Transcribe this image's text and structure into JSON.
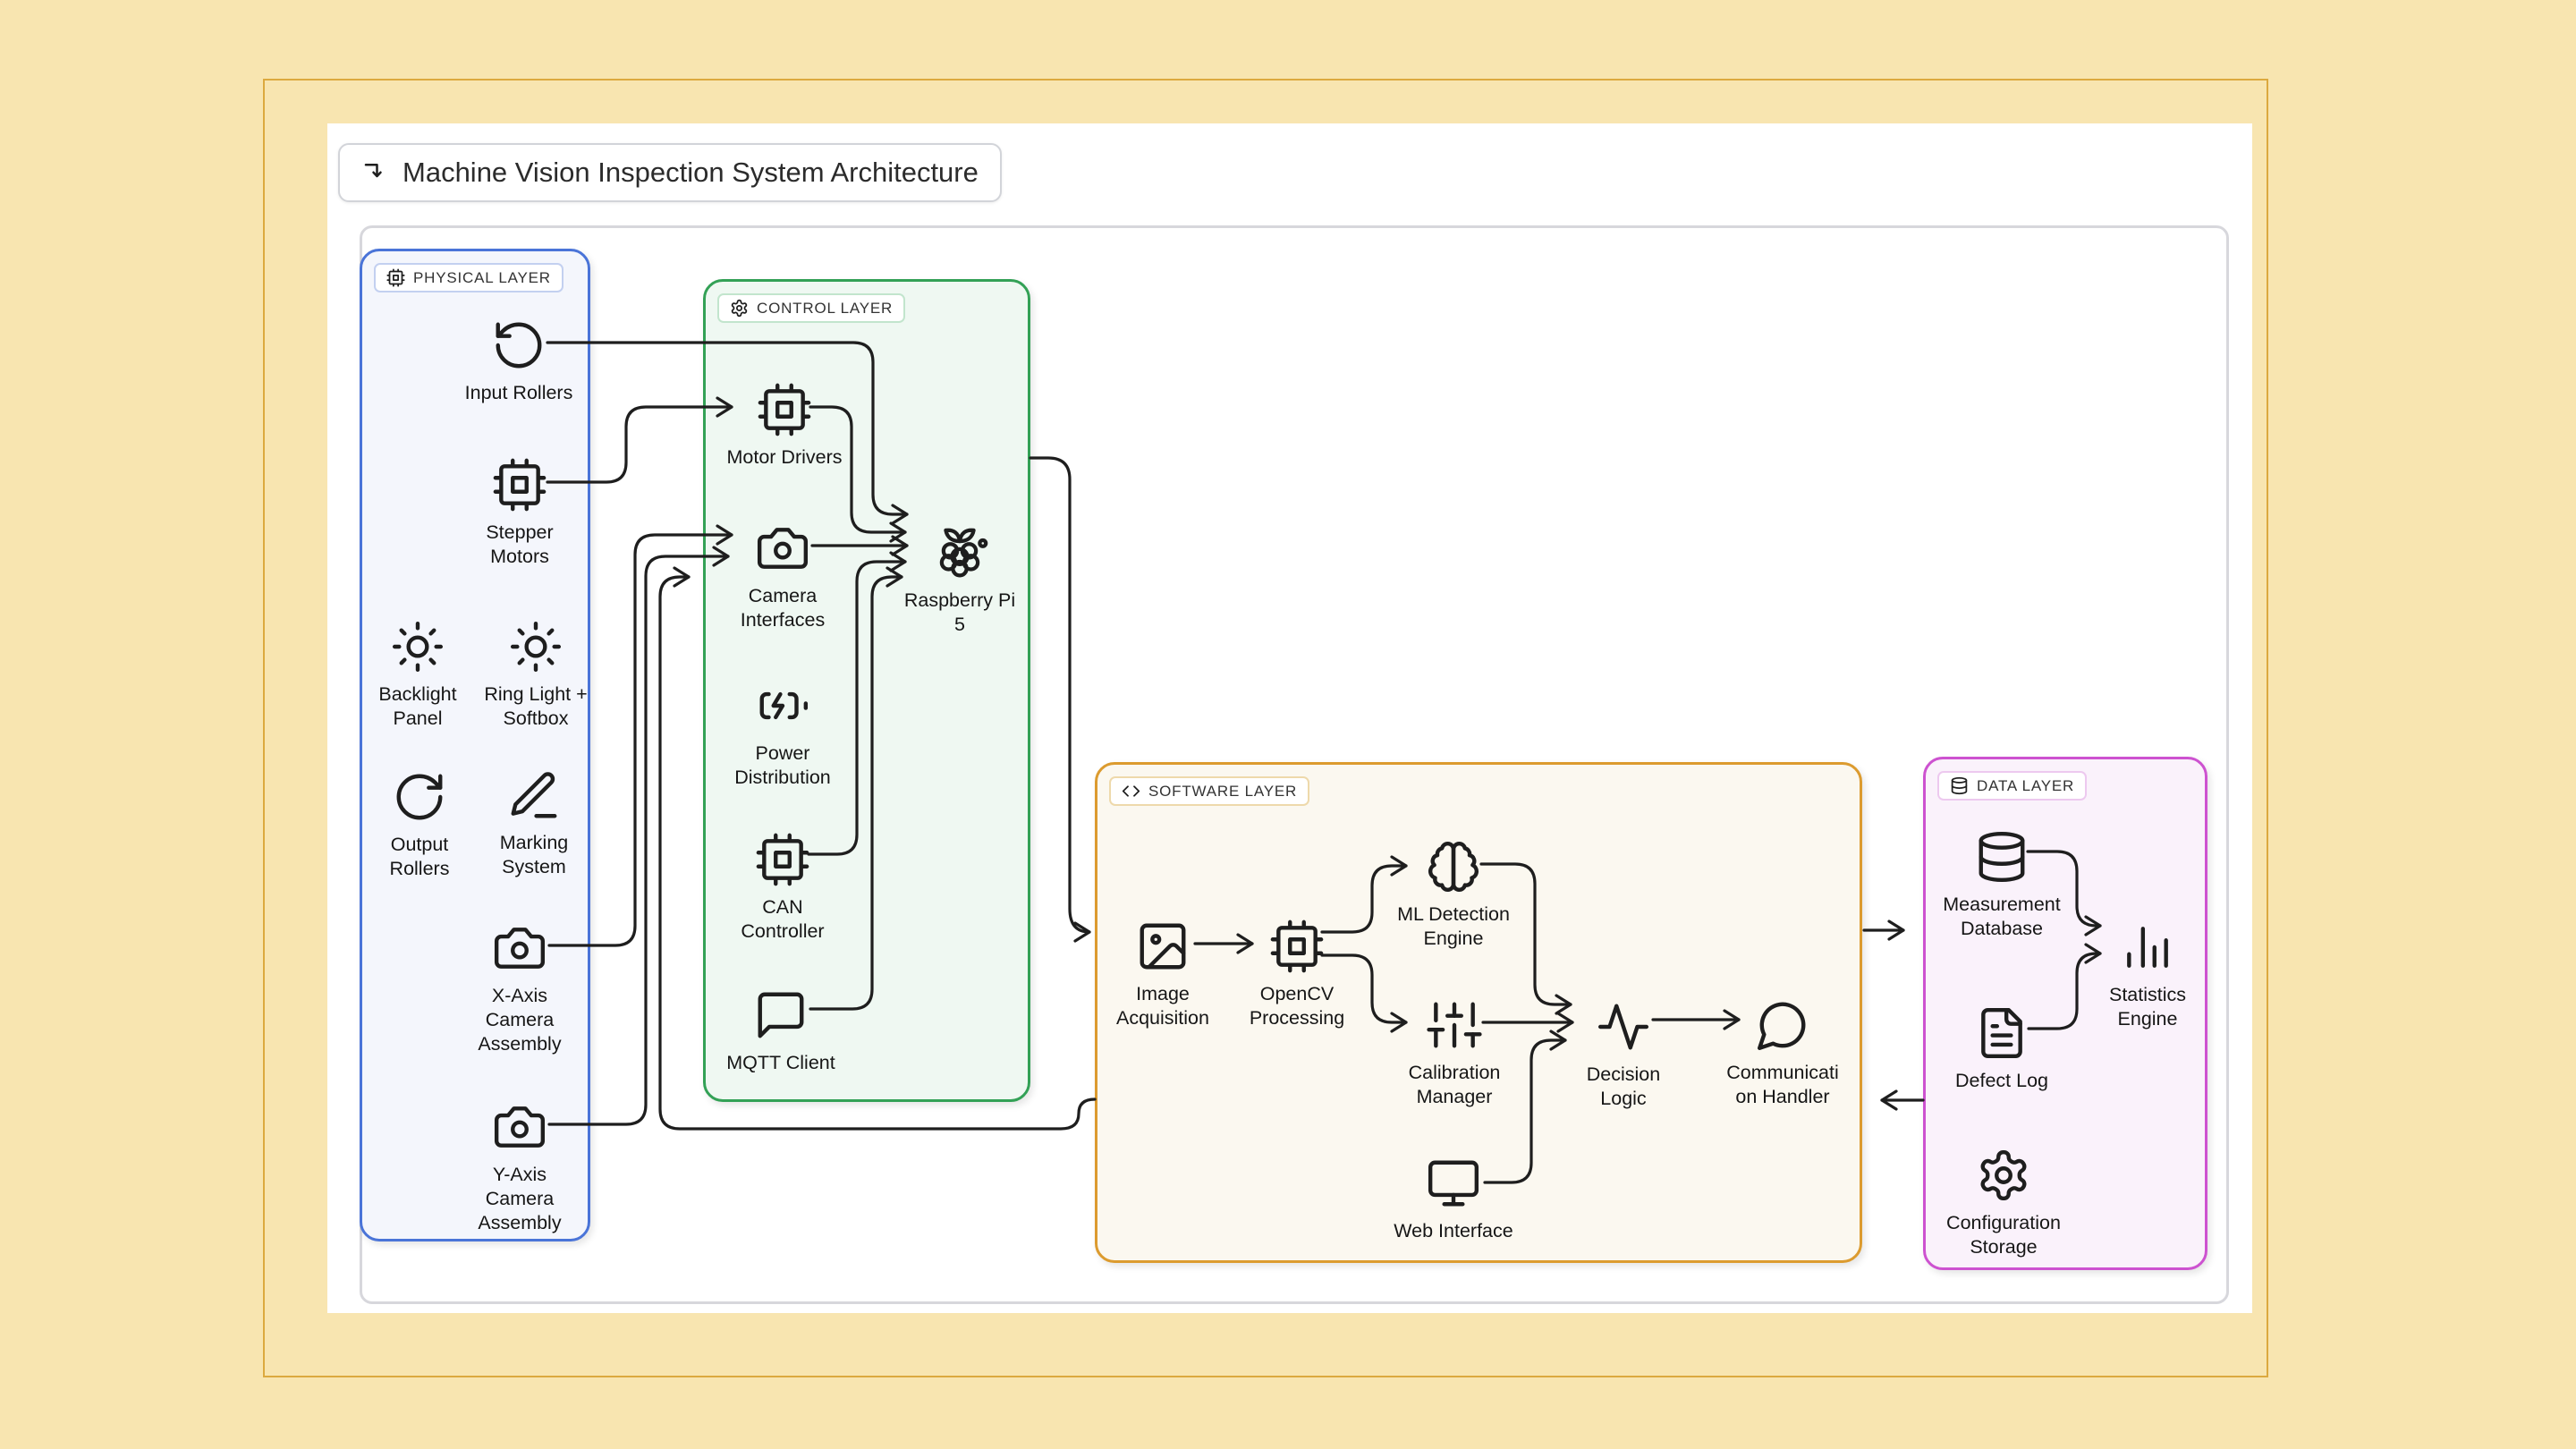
{
  "page": {
    "title": "Machine Vision Inspection System Architecture"
  },
  "colors": {
    "page_bg": "#f8e5b0",
    "gold_border": "#dca93f",
    "panel_bg": "#ffffff",
    "frame_gray": "#d7d7dc",
    "line": "#1e1e1e",
    "physical_accent": "#4a74d8",
    "physical_fill": "#f4f6fc",
    "physical_pill": "#c3d0f0",
    "control_accent": "#33a156",
    "control_fill": "#eff8f2",
    "control_pill": "#c2e5cd",
    "software_accent": "#dc9b2f",
    "software_fill": "#fbf8f0",
    "software_pill": "#eed9ab",
    "data_accent": "#cd52d0",
    "data_fill": "#faf2fb",
    "data_pill": "#edc9ef"
  },
  "diagram": {
    "layers": [
      {
        "id": "physical",
        "label": "PHYSICAL LAYER",
        "icon": "cpu-icon",
        "nodes": [
          {
            "id": "input-rollers",
            "label": "Input Rollers",
            "icon": "rotate-ccw-icon"
          },
          {
            "id": "stepper-motors",
            "label": "Stepper\nMotors",
            "icon": "cpu-icon"
          },
          {
            "id": "backlight-panel",
            "label": "Backlight\nPanel",
            "icon": "sun-icon"
          },
          {
            "id": "ring-light-softbox",
            "label": "Ring Light +\nSoftbox",
            "icon": "sun-icon"
          },
          {
            "id": "output-rollers",
            "label": "Output\nRollers",
            "icon": "rotate-cw-icon"
          },
          {
            "id": "marking-system",
            "label": "Marking\nSystem",
            "icon": "pencil-line-icon"
          },
          {
            "id": "x-axis-camera-assembly",
            "label": "X-Axis\nCamera\nAssembly",
            "icon": "camera-icon"
          },
          {
            "id": "y-axis-camera-assembly",
            "label": "Y-Axis\nCamera\nAssembly",
            "icon": "camera-icon"
          }
        ]
      },
      {
        "id": "control",
        "label": "CONTROL LAYER",
        "icon": "gear-icon",
        "nodes": [
          {
            "id": "motor-drivers",
            "label": "Motor Drivers",
            "icon": "cpu-icon"
          },
          {
            "id": "camera-interfaces",
            "label": "Camera\nInterfaces",
            "icon": "camera-icon"
          },
          {
            "id": "raspberry-pi-5",
            "label": "Raspberry Pi\n5",
            "icon": "raspberry-pi-icon"
          },
          {
            "id": "power-distribution",
            "label": "Power\nDistribution",
            "icon": "battery-charging-icon"
          },
          {
            "id": "can-controller",
            "label": "CAN\nController",
            "icon": "cpu-icon"
          },
          {
            "id": "mqtt-client",
            "label": "MQTT Client",
            "icon": "message-square-icon"
          }
        ]
      },
      {
        "id": "software",
        "label": "SOFTWARE LAYER",
        "icon": "code-icon",
        "nodes": [
          {
            "id": "image-acquisition",
            "label": "Image\nAcquisition",
            "icon": "image-icon"
          },
          {
            "id": "opencv-processing",
            "label": "OpenCV\nProcessing",
            "icon": "cpu-icon"
          },
          {
            "id": "ml-detection-engine",
            "label": "ML Detection\nEngine",
            "icon": "brain-icon"
          },
          {
            "id": "calibration-manager",
            "label": "Calibration\nManager",
            "icon": "sliders-icon"
          },
          {
            "id": "decision-logic",
            "label": "Decision\nLogic",
            "icon": "activity-icon"
          },
          {
            "id": "communication-handler",
            "label": "Communicati\non Handler",
            "icon": "message-circle-icon"
          },
          {
            "id": "web-interface",
            "label": "Web Interface",
            "icon": "monitor-icon"
          }
        ]
      },
      {
        "id": "data",
        "label": "DATA LAYER",
        "icon": "database-icon",
        "nodes": [
          {
            "id": "measurement-database",
            "label": "Measurement\nDatabase",
            "icon": "database-icon"
          },
          {
            "id": "statistics-engine",
            "label": "Statistics\nEngine",
            "icon": "bar-chart-icon"
          },
          {
            "id": "defect-log",
            "label": "Defect Log",
            "icon": "file-text-icon"
          },
          {
            "id": "configuration-storage",
            "label": "Configuration\nStorage",
            "icon": "gear-icon"
          }
        ]
      }
    ],
    "edges": [
      {
        "from": "input-rollers",
        "to": "raspberry-pi-5"
      },
      {
        "from": "stepper-motors",
        "to": "motor-drivers"
      },
      {
        "from": "x-axis-camera-assembly",
        "to": "camera-interfaces"
      },
      {
        "from": "y-axis-camera-assembly",
        "to": "camera-interfaces"
      },
      {
        "from": "motor-drivers",
        "to": "raspberry-pi-5"
      },
      {
        "from": "camera-interfaces",
        "to": "raspberry-pi-5"
      },
      {
        "from": "can-controller",
        "to": "raspberry-pi-5"
      },
      {
        "from": "mqtt-client",
        "to": "raspberry-pi-5"
      },
      {
        "from": "control-layer",
        "to": "image-acquisition"
      },
      {
        "from": "image-acquisition",
        "to": "opencv-processing"
      },
      {
        "from": "opencv-processing",
        "to": "ml-detection-engine"
      },
      {
        "from": "opencv-processing",
        "to": "calibration-manager"
      },
      {
        "from": "ml-detection-engine",
        "to": "decision-logic"
      },
      {
        "from": "calibration-manager",
        "to": "decision-logic"
      },
      {
        "from": "web-interface",
        "to": "decision-logic"
      },
      {
        "from": "decision-logic",
        "to": "communication-handler"
      },
      {
        "from": "software-layer",
        "to": "data-layer"
      },
      {
        "from": "data-layer",
        "to": "software-layer"
      },
      {
        "from": "measurement-database",
        "to": "statistics-engine"
      },
      {
        "from": "defect-log",
        "to": "statistics-engine"
      },
      {
        "from": "software-layer",
        "to": "camera-interfaces"
      }
    ]
  }
}
